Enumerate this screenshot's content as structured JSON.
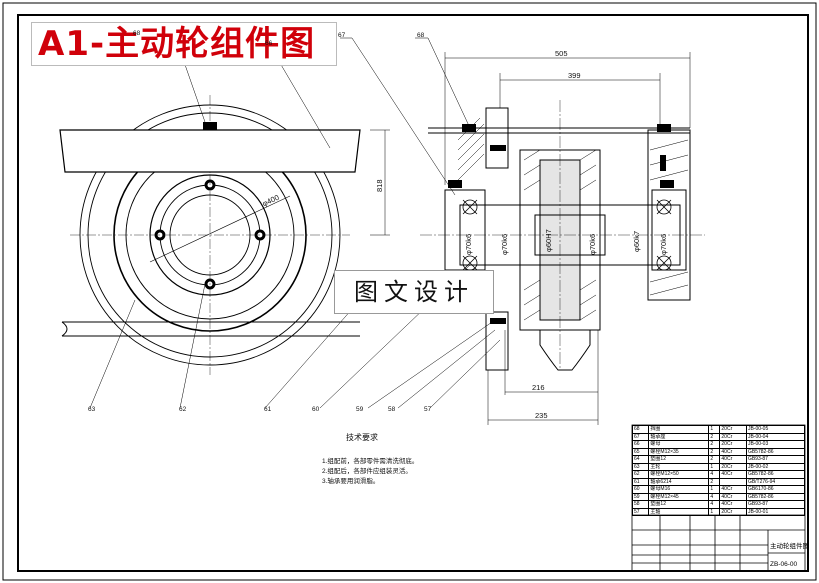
{
  "title": "A1-主动轮组件图",
  "watermark": "图文设计",
  "dimensions": {
    "d505": "505",
    "d399": "399",
    "d216": "216",
    "d235": "235",
    "d818": "818",
    "phi400": "φ400",
    "phi70k6_a": "φ70k6",
    "phi70k6_b": "φ70k6",
    "phi70k6_c": "φ70k6",
    "phi70k6_d": "φ70k6",
    "phi60h7": "φ60H7",
    "phi60k7": "φ60k7"
  },
  "callouts": [
    "68",
    "67",
    "66",
    "68",
    "63",
    "62",
    "61",
    "60",
    "59",
    "58",
    "57"
  ],
  "tech_requirements": {
    "title": "技术要求",
    "notes": [
      "1.组配前，各部零件需清洗彻底。",
      "2.组配后，各部件应组装灵活。",
      "3.轴承要用润滑脂。"
    ]
  },
  "bom": [
    [
      "68",
      "挡圈",
      "1",
      "20Cr",
      "JB-00-05"
    ],
    [
      "67",
      "轴承座",
      "2",
      "20Cr",
      "JB-00-04"
    ],
    [
      "66",
      "螺母",
      "2",
      "20Cr",
      "JB-00-03"
    ],
    [
      "65",
      "螺栓M12×35",
      "2",
      "40Cr",
      "GB5782-86"
    ],
    [
      "64",
      "垫圈12",
      "2",
      "40Cr",
      "GB93-87"
    ],
    [
      "63",
      "主轮",
      "1",
      "20Cr",
      "JB-00-02"
    ],
    [
      "62",
      "螺栓M12×50",
      "4",
      "40Cr",
      "GB5782-86"
    ],
    [
      "61",
      "轴承6214",
      "2",
      "",
      "GB/T276-94"
    ],
    [
      "60",
      "螺母M16",
      "1",
      "40Cr",
      "GB6170-86"
    ],
    [
      "59",
      "螺栓M12×45",
      "4",
      "40Cr",
      "GB5782-86"
    ],
    [
      "58",
      "垫圈12",
      "4",
      "40Cr",
      "GB93-87"
    ],
    [
      "57",
      "主轴",
      "1",
      "20Cr",
      "JB-00-01"
    ]
  ],
  "title_block": {
    "name": "主动轮组件图",
    "code": "ZB-06-00"
  }
}
